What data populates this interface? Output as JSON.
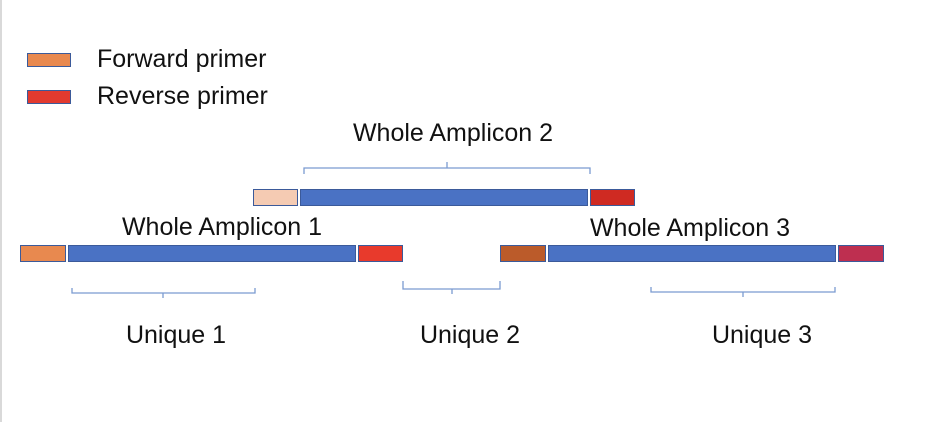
{
  "legend": {
    "forward": {
      "label": "Forward primer",
      "color": "#e8894f"
    },
    "reverse": {
      "label": "Reverse primer",
      "color": "#e23a2f"
    }
  },
  "amplicons": [
    {
      "label": "Whole Amplicon 1",
      "forward_color": "#e8894f",
      "body_color": "#4a72c4",
      "reverse_color": "#e83a2c"
    },
    {
      "label": "Whole Amplicon 2",
      "forward_color": "#f5cbb3",
      "body_color": "#4a72c4",
      "reverse_color": "#cf2a22"
    },
    {
      "label": "Whole Amplicon 3",
      "forward_color": "#bb5b2a",
      "body_color": "#4a72c4",
      "reverse_color": "#be2f50"
    }
  ],
  "unique_regions": [
    {
      "label": "Unique 1"
    },
    {
      "label": "Unique 2"
    },
    {
      "label": "Unique 3"
    }
  ],
  "colors": {
    "bracket": "#7b9bd1",
    "border": "#3b5a9a"
  }
}
